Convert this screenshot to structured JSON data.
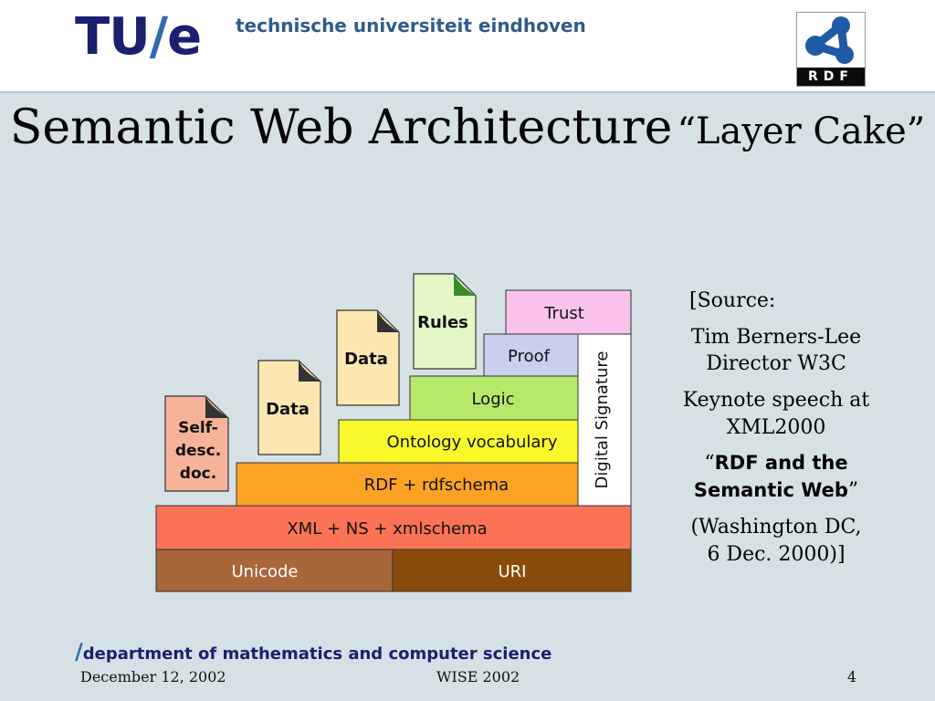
{
  "header": {
    "logo_tu": "TU",
    "logo_slash": "/",
    "logo_e": "e",
    "university": "technische universiteit eindhoven",
    "rdf_logo_text": "RDF"
  },
  "title": {
    "main": "Semantic Web Architecture",
    "sub": "“Layer Cake”"
  },
  "diagram": {
    "layers": {
      "unicode": "Unicode",
      "uri": "URI",
      "xml": "XML + NS + xmlschema",
      "rdf": "RDF + rdfschema",
      "ontology": "Ontology vocabulary",
      "logic": "Logic",
      "proof": "Proof",
      "trust": "Trust",
      "signature": "Digital Signature"
    },
    "documents": {
      "selfdesc": [
        "Self-",
        "desc.",
        "doc."
      ],
      "data1": "Data",
      "data2": "Data",
      "rules": "Rules"
    },
    "colors": {
      "unicode": "#a8663a",
      "uri": "#8a4b0a",
      "xml": "#fa7355",
      "rdf": "#fca325",
      "ontology": "#f8f82a",
      "logic": "#b6e96a",
      "proof": "#c9d0ee",
      "trust": "#fbc2eb"
    }
  },
  "source": {
    "lead": "[Source:",
    "author": "Tim Berners-Lee",
    "role": "Director W3C",
    "event_line1": "Keynote speech at",
    "event_line2": "XML2000",
    "quote_open": "“",
    "talk": "RDF and the Semantic Web",
    "quote_close": "”",
    "location": "(Washington DC,",
    "date": "6 Dec. 2000)]"
  },
  "footer": {
    "dept_slash": "/",
    "department": "department of mathematics and computer science",
    "date": "December 12, 2002",
    "event": "WISE 2002",
    "page": "4"
  }
}
